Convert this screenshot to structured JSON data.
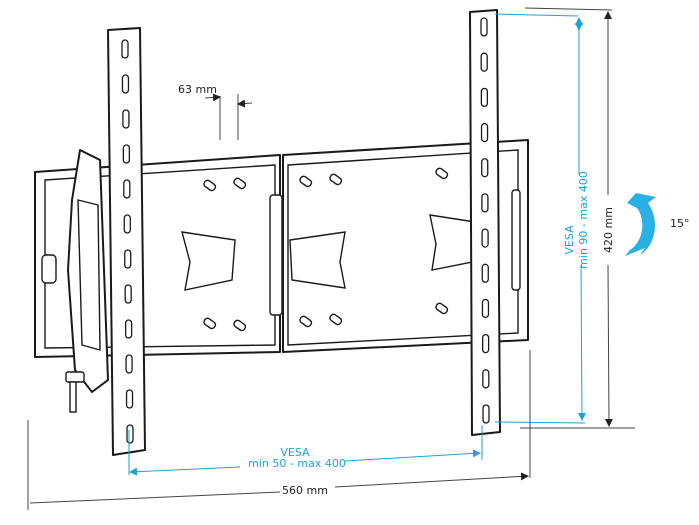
{
  "diagram": {
    "rail_spacing_label": "63 mm",
    "vertical_vesa": {
      "title": "VESA",
      "range": "min 90 - max 400"
    },
    "height_label": "420 mm",
    "tilt_label": "15°",
    "horizontal_vesa": {
      "title": "VESA",
      "range": "min 50 - max 400"
    },
    "width_label": "560 mm",
    "colors": {
      "dimension_blue": "#1aa3d8",
      "arrow_blue": "#2bb0e6",
      "line": "#1a1a1a"
    }
  }
}
